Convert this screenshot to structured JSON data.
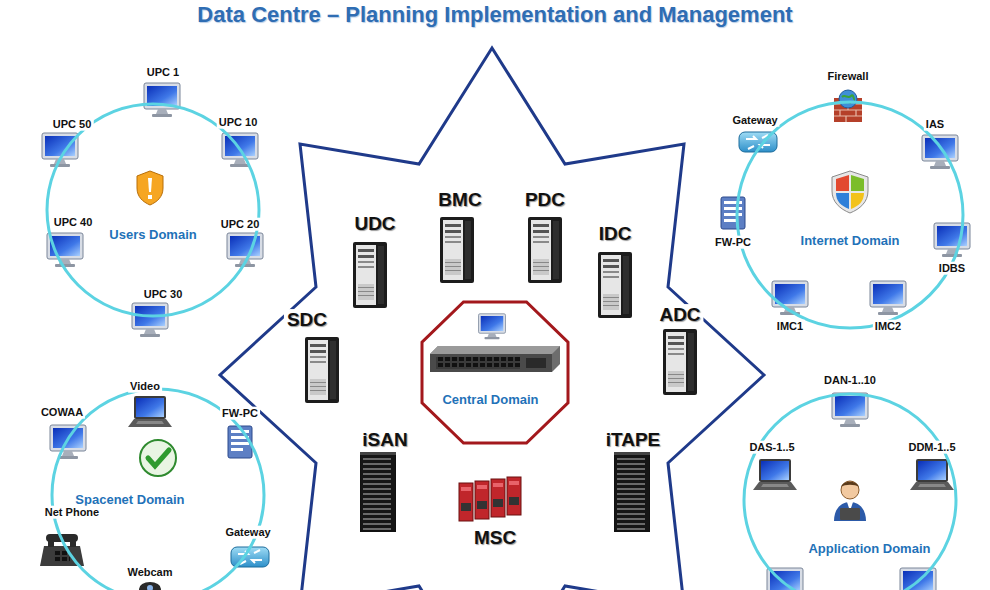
{
  "diagram": {
    "title": "Data Centre – Planning Implementation and Management",
    "nodes": [
      {
        "text": [
          "Users Domain"
        ]
      },
      {
        "text": [
          "Internet Domain"
        ]
      },
      {
        "text": [
          "Central Domain"
        ]
      },
      {
        "text": [
          "Spacenet Domain"
        ]
      },
      {
        "text": [
          "Application Domain"
        ]
      }
    ],
    "labels": [
      "UPC 1",
      "UPC 50",
      "UPC 10",
      "UPC 40",
      "UPC 20",
      "UPC 30",
      "Firewall",
      "Gateway",
      "IAS",
      "FW-PC",
      "IDBS",
      "IMC1",
      "IMC2",
      "UDC",
      "BMC",
      "PDC",
      "IDC",
      "SDC",
      "ADC",
      "iSAN",
      "iTAPE",
      "MSC",
      "Video",
      "COWAA",
      "FW-PC",
      "Net Phone",
      "Gateway",
      "Webcam",
      "DAN-1..10",
      "DAS-1..5",
      "DDM-1..5"
    ]
  }
}
